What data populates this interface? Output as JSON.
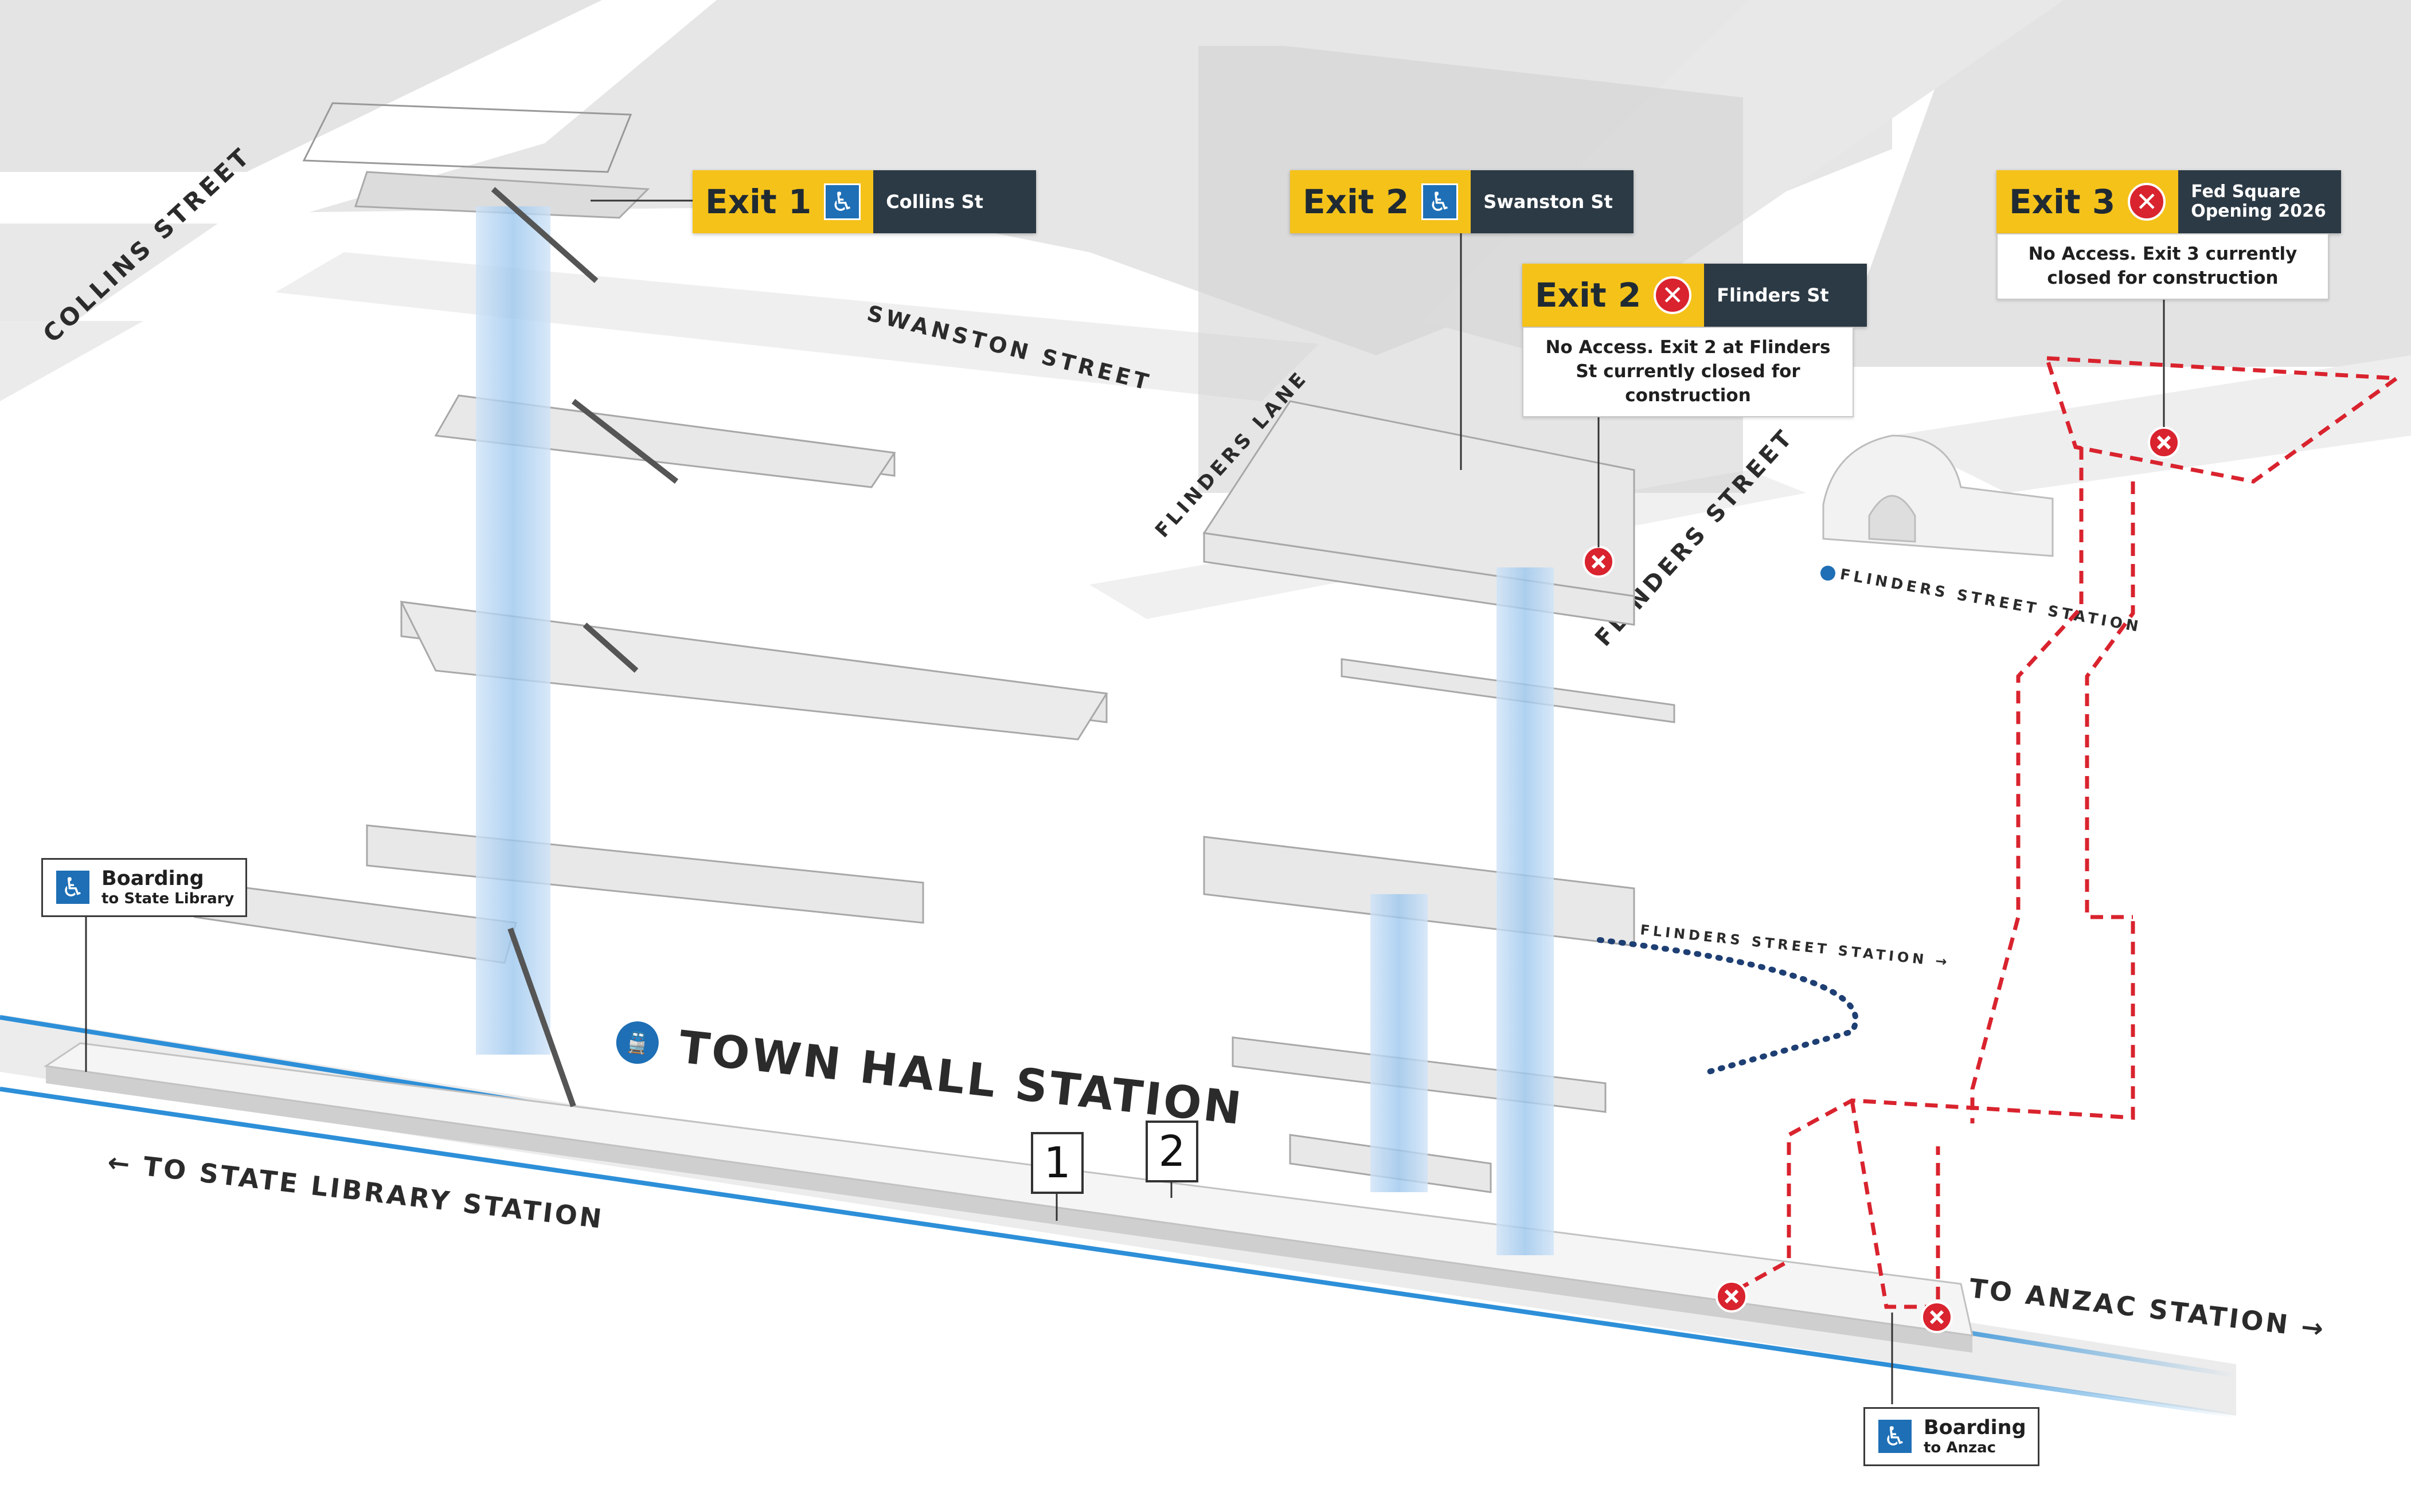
{
  "streets": {
    "collins": "COLLINS STREET",
    "swanston": "SWANSTON STREET",
    "flinders_lane": "FLINDERS LANE",
    "flinders_street": "FLINDERS STREET",
    "flinders_station": "FLINDERS STREET STATION",
    "flinders_station_link": "FLINDERS STREET STATION →"
  },
  "station": {
    "name": "TOWN HALL STATION"
  },
  "directions": {
    "state_library": "← TO STATE LIBRARY STATION",
    "anzac": "TO ANZAC STATION →"
  },
  "exits": [
    {
      "id": "exit-1",
      "label": "Exit 1",
      "street": "Collins St",
      "status": "accessible"
    },
    {
      "id": "exit-2-swanston",
      "label": "Exit 2",
      "street": "Swanston St",
      "status": "accessible"
    },
    {
      "id": "exit-2-flinders",
      "label": "Exit 2",
      "street": "Flinders St",
      "status": "closed",
      "note": "No Access. Exit 2 at Flinders St currently closed for construction"
    },
    {
      "id": "exit-3",
      "label": "Exit 3",
      "street": "Fed Square Opening 2026",
      "status": "closed",
      "note": "No Access. Exit 3 currently closed for construction"
    }
  ],
  "boarding": [
    {
      "title": "Boarding",
      "subtitle": "to State Library"
    },
    {
      "title": "Boarding",
      "subtitle": "to Anzac"
    }
  ],
  "platforms": [
    "1",
    "2"
  ],
  "colors": {
    "exit_yellow": "#f5c21a",
    "exit_dark": "#2c3a45",
    "accessible_blue": "#1e6fb5",
    "closed_red": "#d9232e",
    "rail_blue": "#2d8fd8",
    "lift_shaft": "#a9cdf0"
  },
  "icons": {
    "accessible": "wheelchair-icon",
    "closed": "close-icon",
    "lift": "lift-icon",
    "info": "customer-service-icon",
    "taxi": "taxi-icon",
    "toilets": "toilets-icon",
    "train": "train-icon"
  }
}
